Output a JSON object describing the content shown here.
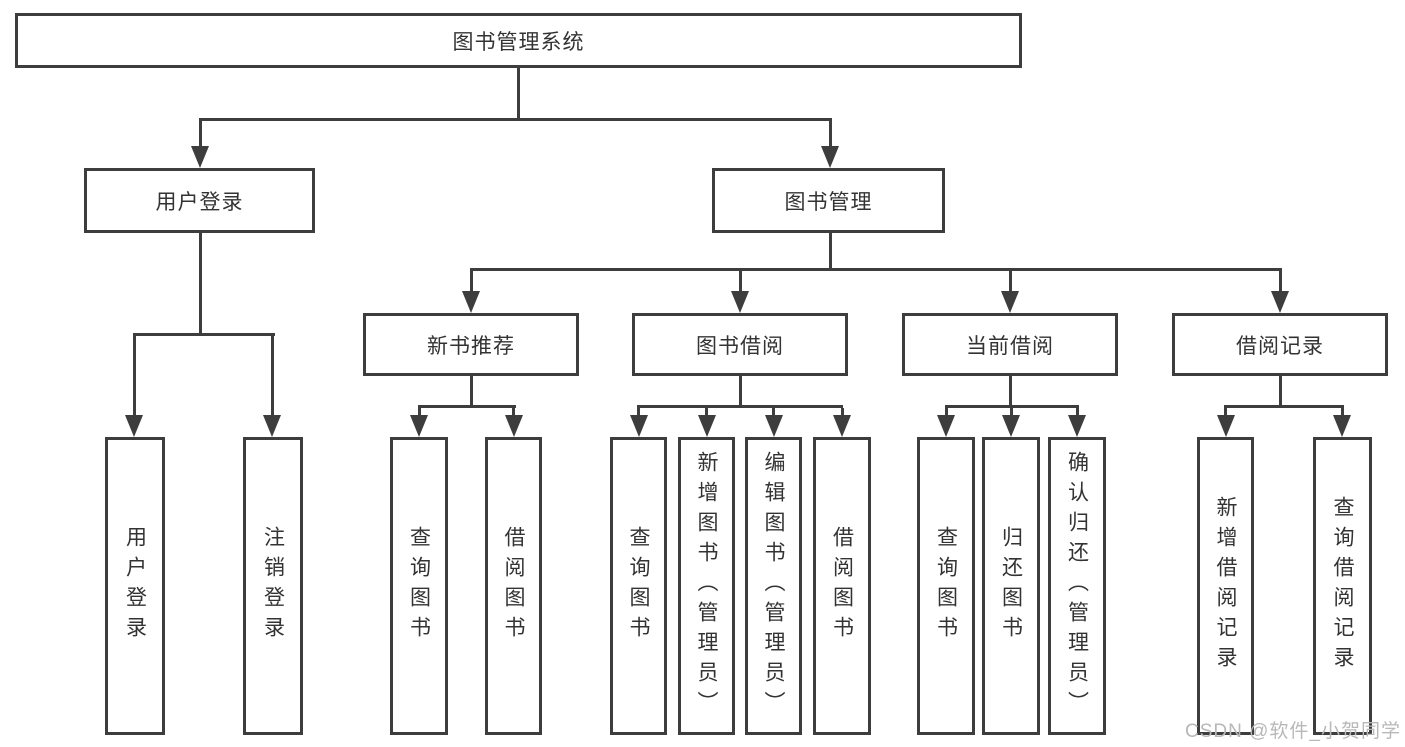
{
  "nodes": {
    "root": "图书管理系统",
    "userLogin": {
      "label": "用户登录",
      "children": [
        "用户登录",
        "注销登录"
      ]
    },
    "bookMgmt": {
      "label": "图书管理",
      "children": [
        {
          "label": "新书推荐",
          "children": [
            "查询图书",
            "借阅图书"
          ]
        },
        {
          "label": "图书借阅",
          "children": [
            "查询图书",
            "新增图书（管理员）",
            "编辑图书（管理员）",
            "借阅图书"
          ]
        },
        {
          "label": "当前借阅",
          "children": [
            "查询图书",
            "归还图书",
            "确认归还（管理员）"
          ]
        },
        {
          "label": "借阅记录",
          "children": [
            "新增借阅记录",
            "查询借阅记录"
          ]
        }
      ]
    }
  },
  "watermark": "CSDN @软件_小贺同学",
  "colors": {
    "line": "#3d3d3d",
    "text": "#333333",
    "wm": "#b8b8b8",
    "bg": "#ffffff"
  }
}
